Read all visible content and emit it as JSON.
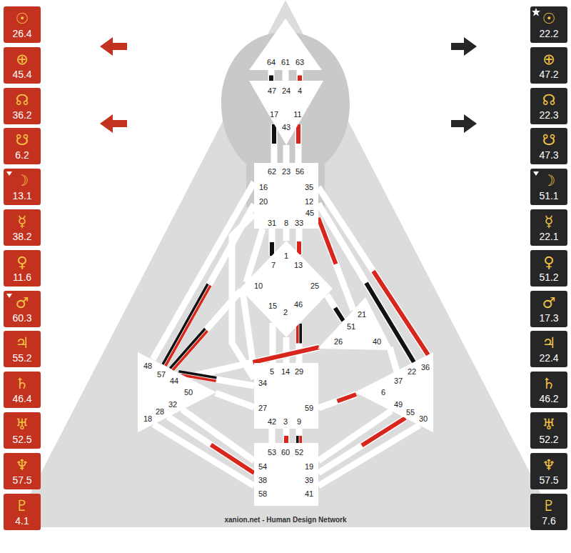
{
  "diagram": {
    "nodes": [
      {
        "text": [
          "☉",
          "26.4"
        ]
      },
      {
        "text": [
          "⊕",
          "45.4"
        ]
      },
      {
        "text": [
          "☊",
          "36.2"
        ]
      },
      {
        "text": [
          "☋",
          "6.2"
        ]
      },
      {
        "text": [
          "☽",
          "13.1"
        ]
      },
      {
        "text": [
          "☿",
          "38.2"
        ]
      },
      {
        "text": [
          "♀",
          "11.6"
        ]
      },
      {
        "text": [
          "♂",
          "60.3"
        ]
      },
      {
        "text": [
          "♃",
          "55.2"
        ]
      },
      {
        "text": [
          "♄",
          "46.4"
        ]
      },
      {
        "text": [
          "♅",
          "52.5"
        ]
      },
      {
        "text": [
          "♆",
          "57.5"
        ]
      },
      {
        "text": [
          "♇",
          "4.1"
        ]
      },
      {
        "text": [
          "64",
          "61",
          "63"
        ]
      },
      {
        "text": [
          "47",
          "24",
          "4",
          "17",
          "43",
          "11"
        ]
      },
      {
        "text": [
          "62",
          "23",
          "56",
          "16",
          "35",
          "20",
          "12",
          "45",
          "31",
          "8",
          "33"
        ]
      },
      {
        "text": [
          "1",
          "7",
          "13",
          "10",
          "25",
          "15",
          "2",
          "46"
        ]
      },
      {
        "text": [
          "21",
          "51",
          "26",
          "40"
        ]
      },
      {
        "text": [
          "48",
          "57",
          "44",
          "50",
          "32",
          "28",
          "18"
        ]
      },
      {
        "text": [
          "5",
          "14",
          "29",
          "34",
          "27",
          "59",
          "42",
          "3",
          "9"
        ]
      },
      {
        "text": [
          "36",
          "22",
          "37",
          "6",
          "49",
          "55",
          "30"
        ]
      },
      {
        "text": [
          "53",
          "60",
          "52",
          "54",
          "19",
          "38",
          "39",
          "58",
          "41"
        ]
      },
      {
        "text": [
          "☉",
          "22.2"
        ]
      },
      {
        "text": [
          "⊕",
          "47.2"
        ]
      },
      {
        "text": [
          "☊",
          "22.3"
        ]
      },
      {
        "text": [
          "☋",
          "47.3"
        ]
      },
      {
        "text": [
          "☽",
          "51.1"
        ]
      },
      {
        "text": [
          "☿",
          "22.1"
        ]
      },
      {
        "text": [
          "♀",
          "51.2"
        ]
      },
      {
        "text": [
          "♂",
          "17.3"
        ]
      },
      {
        "text": [
          "♃",
          "22.4"
        ]
      },
      {
        "text": [
          "♄",
          "46.2"
        ]
      },
      {
        "text": [
          "♅",
          "52.2"
        ]
      },
      {
        "text": [
          "♆",
          "57.5"
        ]
      },
      {
        "text": [
          "♇",
          "7.6"
        ]
      }
    ],
    "edges": [
      {
        "from": 13,
        "to": 14,
        "arrow": "none"
      },
      {
        "from": 13,
        "to": 14,
        "arrow": "none"
      },
      {
        "from": 13,
        "to": 14,
        "arrow": "none"
      },
      {
        "from": 14,
        "to": 15,
        "arrow": "none"
      },
      {
        "from": 14,
        "to": 15,
        "arrow": "none"
      },
      {
        "from": 14,
        "to": 15,
        "arrow": "none"
      },
      {
        "from": 15,
        "to": 18,
        "arrow": "none"
      },
      {
        "from": 15,
        "to": 18,
        "arrow": "none"
      },
      {
        "from": 15,
        "to": 19,
        "arrow": "none"
      },
      {
        "from": 16,
        "to": 15,
        "arrow": "none"
      },
      {
        "from": 16,
        "to": 19,
        "arrow": "none"
      },
      {
        "from": 15,
        "to": 16,
        "arrow": "none"
      },
      {
        "from": 15,
        "to": 16,
        "arrow": "none"
      },
      {
        "from": 15,
        "to": 16,
        "arrow": "none"
      },
      {
        "from": 15,
        "to": 17,
        "arrow": "none"
      },
      {
        "from": 15,
        "to": 20,
        "arrow": "none"
      },
      {
        "from": 15,
        "to": 20,
        "arrow": "none"
      },
      {
        "from": 16,
        "to": 18,
        "arrow": "none"
      },
      {
        "from": 16,
        "to": 19,
        "arrow": "none"
      },
      {
        "from": 16,
        "to": 19,
        "arrow": "none"
      },
      {
        "from": 16,
        "to": 19,
        "arrow": "none"
      },
      {
        "from": 16,
        "to": 17,
        "arrow": "none"
      },
      {
        "from": 17,
        "to": 18,
        "arrow": "none"
      },
      {
        "from": 17,
        "to": 20,
        "arrow": "none"
      },
      {
        "from": 19,
        "to": 18,
        "arrow": "none"
      },
      {
        "from": 19,
        "to": 18,
        "arrow": "none"
      },
      {
        "from": 19,
        "to": 20,
        "arrow": "none"
      },
      {
        "from": 19,
        "to": 21,
        "arrow": "none"
      },
      {
        "from": 19,
        "to": 21,
        "arrow": "none"
      },
      {
        "from": 19,
        "to": 21,
        "arrow": "none"
      },
      {
        "from": 21,
        "to": 18,
        "arrow": "none"
      },
      {
        "from": 21,
        "to": 18,
        "arrow": "none"
      },
      {
        "from": 21,
        "to": 18,
        "arrow": "none"
      },
      {
        "from": 21,
        "to": 20,
        "arrow": "none"
      },
      {
        "from": 21,
        "to": 20,
        "arrow": "none"
      },
      {
        "from": 21,
        "to": 20,
        "arrow": "none"
      }
    ],
    "labels": [
      "xanion.net - Human Design Network"
    ]
  }
}
